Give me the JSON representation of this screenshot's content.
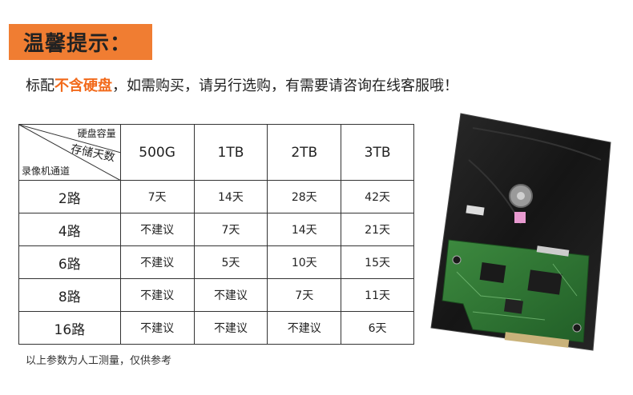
{
  "title": "温馨提示：",
  "notice": {
    "prefix": "标配",
    "highlight": "不含硬盘",
    "suffix": "，如需购买，请另行选购，有需要请咨询在线客服哦！"
  },
  "table": {
    "corner": {
      "capacity_label": "硬盘容量",
      "days_label": "存储天数",
      "channels_label": "录像机通道"
    },
    "columns": [
      "500G",
      "1TB",
      "2TB",
      "3TB"
    ],
    "rows": [
      {
        "channel": "2路",
        "values": [
          "7天",
          "14天",
          "28天",
          "42天"
        ]
      },
      {
        "channel": "4路",
        "values": [
          "不建议",
          "7天",
          "14天",
          "21天"
        ]
      },
      {
        "channel": "6路",
        "values": [
          "不建议",
          "5天",
          "10天",
          "15天"
        ]
      },
      {
        "channel": "8路",
        "values": [
          "不建议",
          "不建议",
          "7天",
          "11天"
        ]
      },
      {
        "channel": "16路",
        "values": [
          "不建议",
          "不建议",
          "不建议",
          "6天"
        ]
      }
    ]
  },
  "footnote": "以上参数为人工测量，仅供参考",
  "colors": {
    "badge": "#f07d32",
    "highlight": "#f26a1b",
    "hdd_body": "#1c1c1c",
    "pcb": "#2f7a33"
  },
  "image": "hard-disk-drive-photo"
}
